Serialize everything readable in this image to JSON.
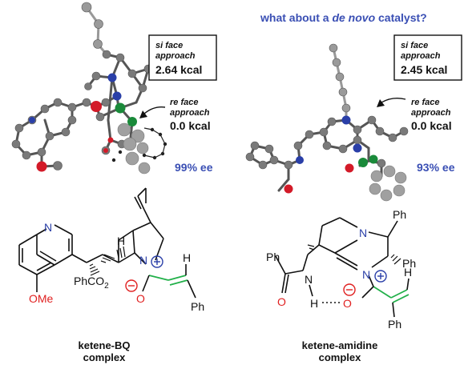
{
  "question": {
    "prefix": "what about a ",
    "italic": "de novo",
    "suffix": " catalyst?"
  },
  "left_model": {
    "si_face": {
      "label_line1": "si face",
      "label_line2": "approach",
      "energy": "2.64 kcal"
    },
    "re_face": {
      "label_line1": "re face",
      "label_line2": "approach",
      "energy": "0.0 kcal"
    },
    "ee": "99% ee"
  },
  "right_model": {
    "si_face": {
      "label_line1": "si face",
      "label_line2": "approach",
      "energy": "2.45 kcal"
    },
    "re_face": {
      "label_line1": "re face",
      "label_line2": "approach",
      "energy": "0.0 kcal"
    },
    "ee": "93% ee"
  },
  "left_structure": {
    "atoms": {
      "N_quinoline": "N",
      "OMe": "OMe",
      "PhCO2": "PhCO",
      "PhCO2_sub": "2",
      "H_center": "H",
      "N_plus": "N",
      "O_minus": "O",
      "H_alkene": "H",
      "Ph": "Ph"
    },
    "caption_line1": "ketene-BQ",
    "caption_line2": "complex"
  },
  "right_structure": {
    "atoms": {
      "Ph_amide": "Ph",
      "O_amide": "O",
      "N_amide": "N",
      "H_nh": "H",
      "N_ring": "N",
      "Ph_top": "Ph",
      "Ph_right": "Ph",
      "N_plus": "N",
      "O_minus": "O",
      "H_alkene": "H",
      "Ph_bottom": "Ph"
    },
    "caption_line1": "ketene-amidine",
    "caption_line2": "complex"
  },
  "colors": {
    "question_blue": "#3a4fb4",
    "ee_blue": "#3a4fb4",
    "oxygen_red": "#e02020",
    "alkene_green": "#22b04a",
    "nitrogen_blue": "#2a3fa8",
    "carbon_gray": "#7a7a7a"
  }
}
